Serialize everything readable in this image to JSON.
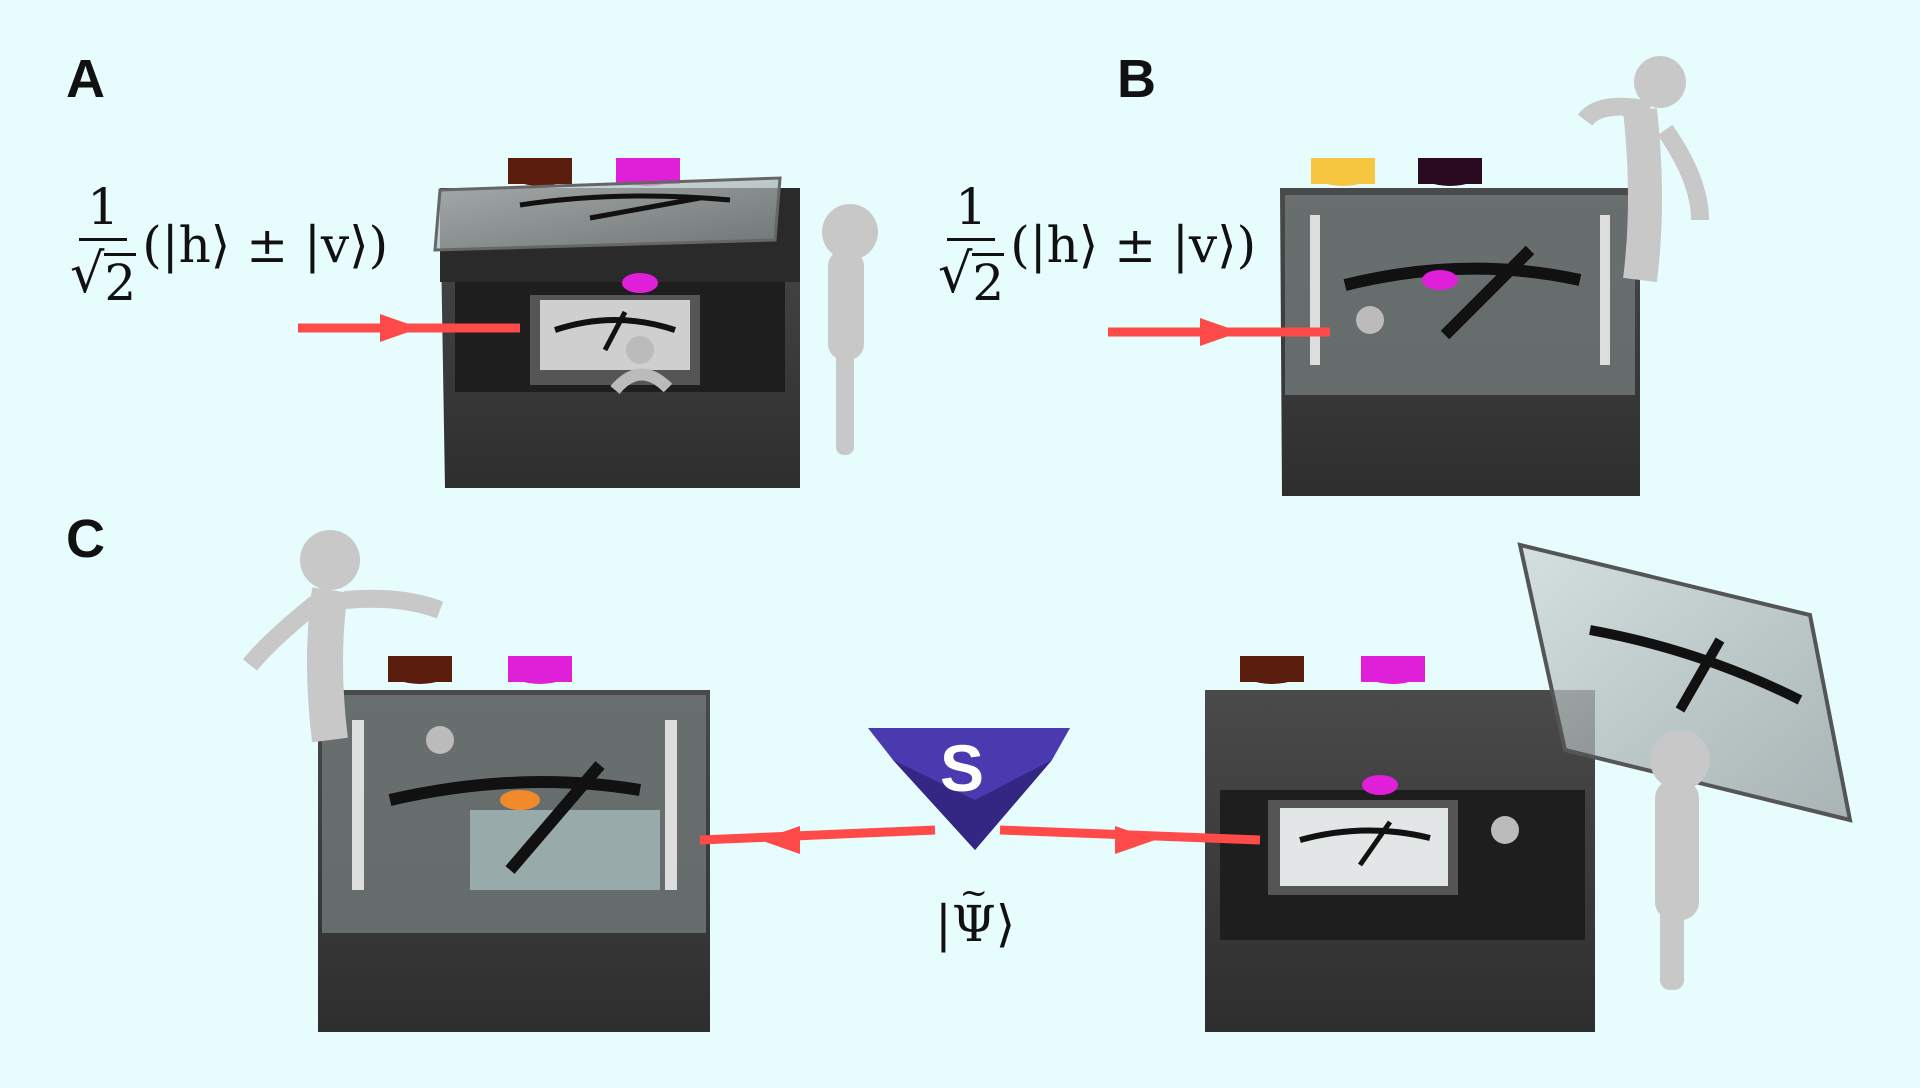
{
  "panels": {
    "a": {
      "label": "A"
    },
    "b": {
      "label": "B"
    },
    "c": {
      "label": "C"
    }
  },
  "formula": {
    "numerator": "1",
    "sqrt_arg": "2",
    "state": "(|h⟩ ± |v⟩)"
  },
  "source": {
    "label": "S"
  },
  "entangled_state": {
    "ket_open": "|",
    "symbol": "Ψ",
    "tilde": "~",
    "ket_close": "⟩"
  },
  "colors": {
    "background": "#e6fcfd",
    "box": "#3c3c3c",
    "beam": "#ff4a4a",
    "magenta": "#e020d8",
    "source": "#4a3ab0"
  }
}
